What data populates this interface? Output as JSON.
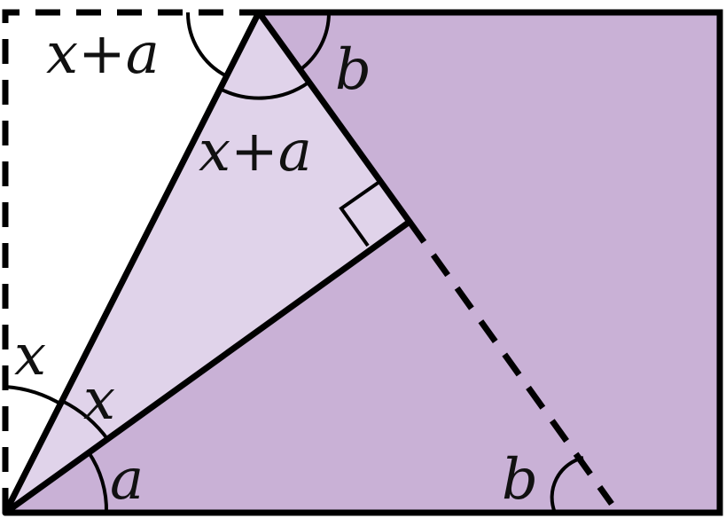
{
  "colors": {
    "dark_region": "#c9b1d6",
    "light_region": "#e0d3ea",
    "stroke": "#000000"
  },
  "labels": {
    "top_left_angle": {
      "var": "x",
      "op": "+",
      "var2": "a"
    },
    "top_right_angle": "b",
    "inner_top_angle": {
      "var": "x",
      "op": "+",
      "var2": "a"
    },
    "outer_left_angle": "x",
    "inner_left_angle": "x",
    "bottom_left_angle": "a",
    "bottom_right_angle": "b"
  }
}
